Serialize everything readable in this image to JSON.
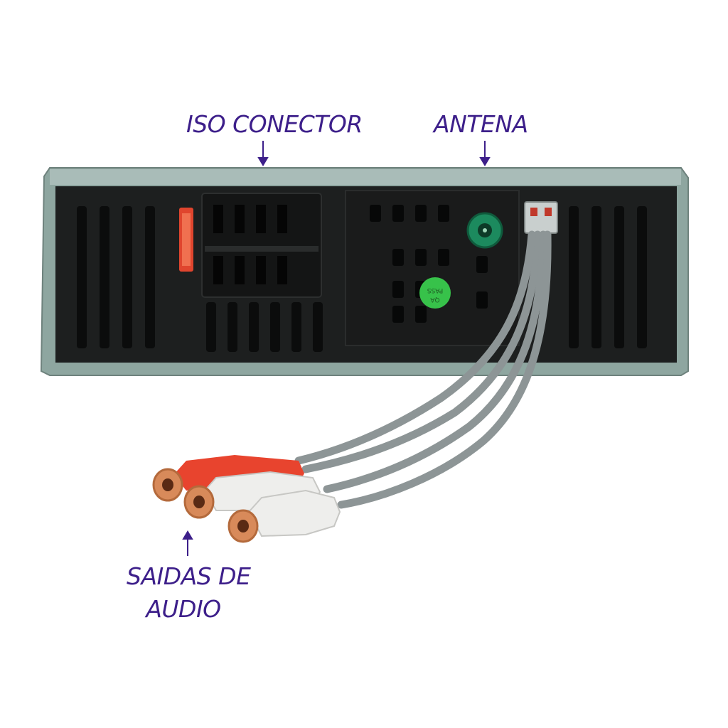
{
  "labels": {
    "iso_conector": "ISO CONECTOR",
    "antena": "ANTENA",
    "saidas_line1": "SAIDAS DE",
    "saidas_line2": "AUDIO"
  },
  "sticker": {
    "line1": "QA",
    "line2": "PASS"
  },
  "colors": {
    "label": "#3d1f8a",
    "sticker": "#37c24a",
    "antenna_jack": "#1c8a5e",
    "rca_red": "#e8442e",
    "rca_white": "#eeeeec",
    "rca_metal": "#d88a5a",
    "cable": "#8d9596",
    "chassis": "#8ea6a0",
    "back_panel": "#1d1f1f",
    "fuse": "#e0452e"
  },
  "icons": [
    "arrow-down-icon",
    "arrow-up-icon"
  ]
}
